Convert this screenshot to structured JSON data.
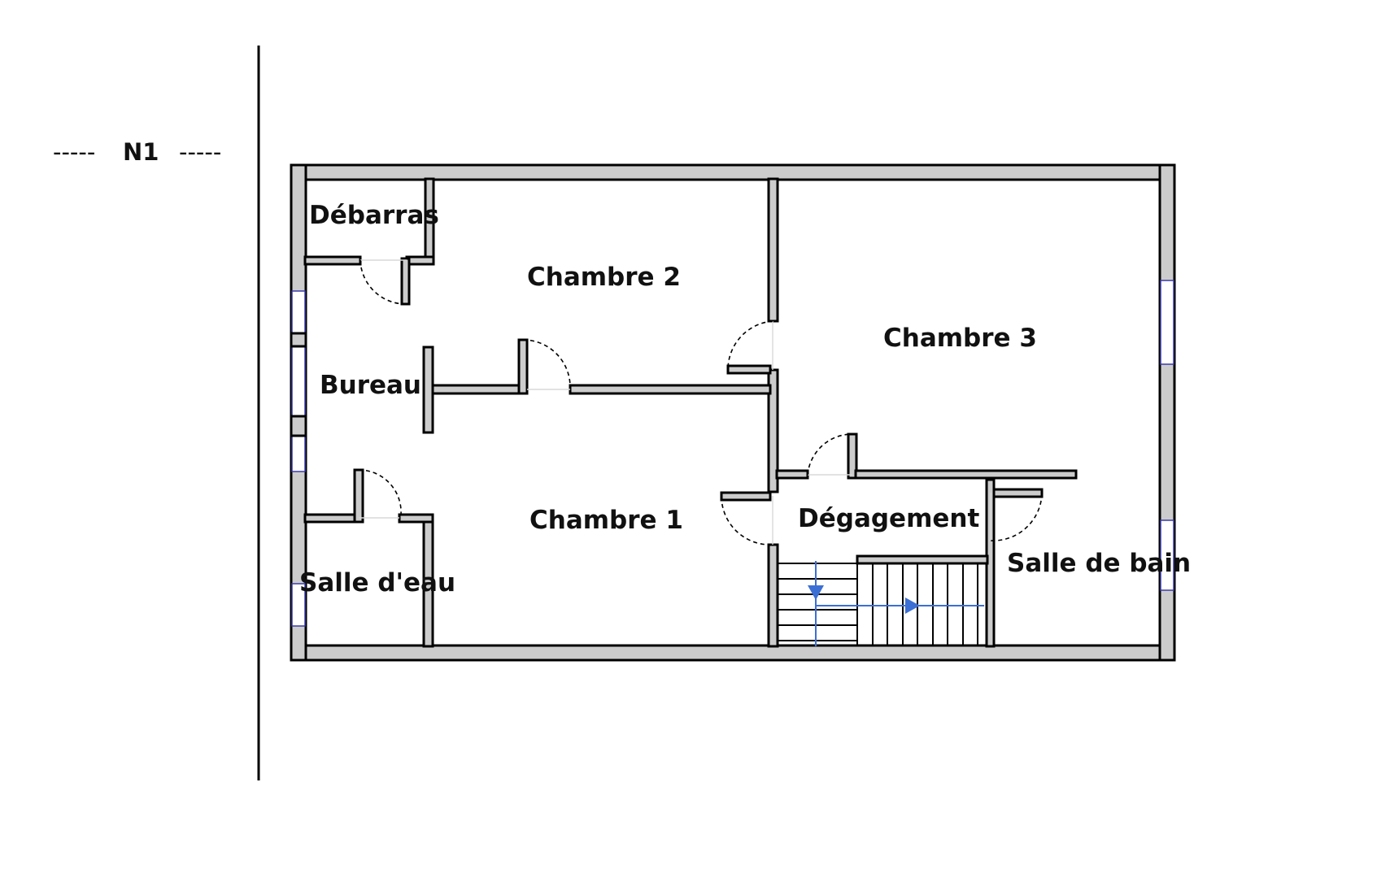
{
  "level": {
    "name": "N1",
    "dash_left": "-----",
    "dash_right": "-----"
  },
  "rooms": {
    "debarras": "Débarras",
    "chambre_2": "Chambre 2",
    "chambre_3": "Chambre 3",
    "bureau": "Bureau",
    "chambre_1": "Chambre 1",
    "degagement": "Dégagement",
    "salle_deau": "Salle d'eau",
    "salle_de_bain": "Salle de bain"
  },
  "colors": {
    "wall_fill": "#cccccc",
    "wall_stroke": "#000000",
    "window": "#3a3aa8",
    "stair_arrow": "#3b6fd4",
    "text": "#111111"
  }
}
